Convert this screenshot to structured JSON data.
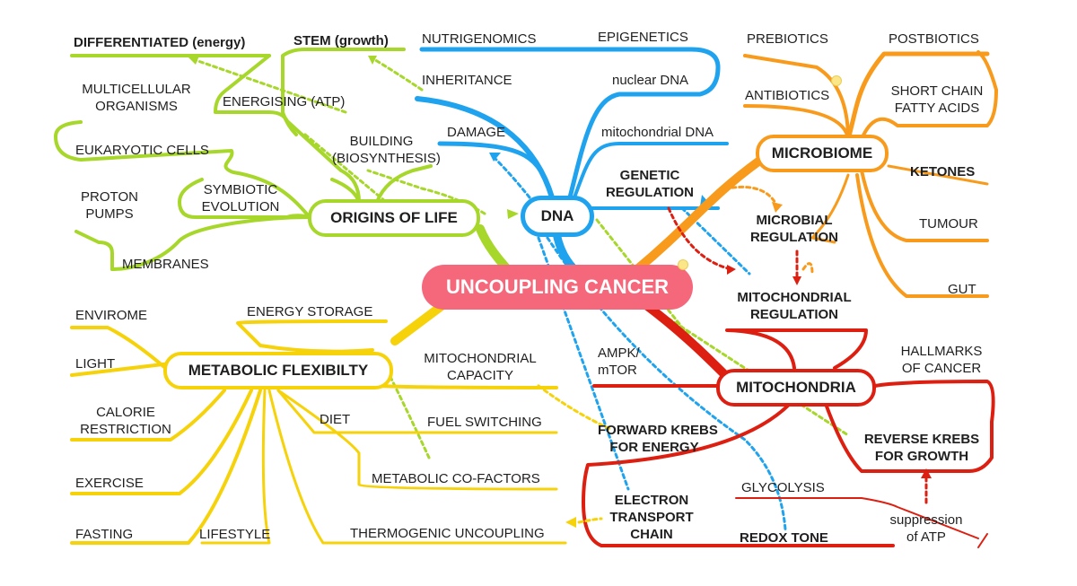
{
  "center": "UNCOUPLING CANCER",
  "main_nodes": {
    "origins": "ORIGINS OF LIFE",
    "dna": "DNA",
    "microbiome": "MICROBIOME",
    "mitochondria": "MITOCHONDRIA",
    "metabolic": "METABOLIC FLEXIBILTY"
  },
  "origins_branch": {
    "differentiated": "DIFFERENTIATED (energy)",
    "stem": "STEM (growth)",
    "multicellular": [
      "MULTICELLULAR",
      "ORGANISMS"
    ],
    "energising": "ENERGISING (ATP)",
    "building": [
      "BUILDING",
      "(BIOSYNTHESIS)"
    ],
    "eukaryotic": "EUKARYOTIC CELLS",
    "proton": [
      "PROTON",
      "PUMPS"
    ],
    "symbiotic": [
      "SYMBIOTIC",
      "EVOLUTION"
    ],
    "membranes": "MEMBRANES"
  },
  "dna_branch": {
    "nutrigenomics": "NUTRIGENOMICS",
    "epigenetics": "EPIGENETICS",
    "inheritance": "INHERITANCE",
    "nuclear": "nuclear DNA",
    "damage": "DAMAGE",
    "mito_dna": "mitochondrial DNA",
    "genetic_regulation": [
      "GENETIC",
      "REGULATION"
    ]
  },
  "microbiome_branch": {
    "prebiotics": "PREBIOTICS",
    "postbiotics": "POSTBIOTICS",
    "antibiotics": "ANTIBIOTICS",
    "scfa": [
      "SHORT CHAIN",
      "FATTY ACIDS"
    ],
    "ketones": "KETONES",
    "microbial_regulation": [
      "MICROBIAL",
      "REGULATION"
    ],
    "tumour": "TUMOUR",
    "gut": "GUT"
  },
  "mitochondria_branch": {
    "mito_regulation": [
      "MITOCHONDRIAL",
      "REGULATION"
    ],
    "ampk": [
      "AMPK/",
      "mTOR"
    ],
    "hallmarks": [
      "HALLMARKS",
      "OF CANCER"
    ],
    "forward_krebs": [
      "FORWARD KREBS",
      "FOR ENERGY"
    ],
    "reverse_krebs": [
      "REVERSE KREBS",
      "FOR GROWTH"
    ],
    "glycolysis": "GLYCOLYSIS",
    "etc": [
      "ELECTRON",
      "TRANSPORT",
      "CHAIN"
    ],
    "redox": "REDOX TONE",
    "suppression": [
      "suppression",
      "of ATP"
    ]
  },
  "metabolic_branch": {
    "envirome": "ENVIROME",
    "energy_storage": "ENERGY STORAGE",
    "light": "LIGHT",
    "mito_capacity": [
      "MITOCHONDRIAL",
      "CAPACITY"
    ],
    "calorie": [
      "CALORIE",
      "RESTRICTION"
    ],
    "diet": "DIET",
    "fuel_switching": "FUEL SWITCHING",
    "cofactors": "METABOLIC CO-FACTORS",
    "exercise": "EXERCISE",
    "fasting": "FASTING",
    "lifestyle": "LIFESTYLE",
    "thermogenic": "THERMOGENIC UNCOUPLING"
  },
  "colors": {
    "green": "#a6d72a",
    "blue": "#1fa3ee",
    "orange": "#f89b1c",
    "red": "#dd1f12",
    "yellow": "#f6d20b",
    "center": "#f5677a"
  }
}
